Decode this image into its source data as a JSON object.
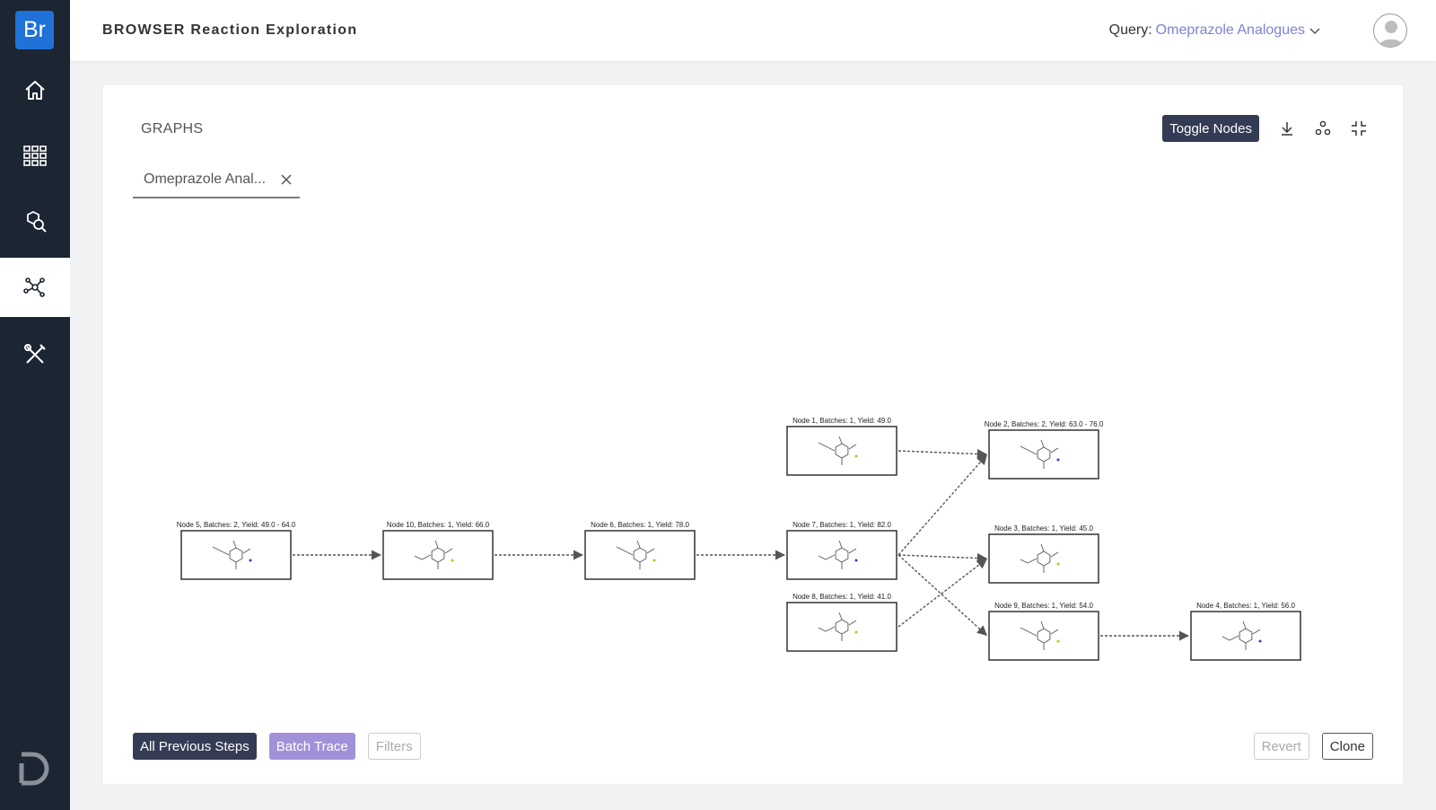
{
  "app": {
    "logo_text": "Br",
    "title": "BROWSER Reaction Exploration"
  },
  "sidebar": {
    "items": [
      {
        "icon": "home-icon"
      },
      {
        "icon": "grid-icon"
      },
      {
        "icon": "molecule-search-icon"
      },
      {
        "icon": "network-graph-icon",
        "active": true
      },
      {
        "icon": "tools-icon"
      }
    ]
  },
  "header": {
    "query_label": "Query:",
    "query_value": "Omeprazole Analogues"
  },
  "panel": {
    "section_title": "GRAPHS",
    "toggle_label": "Toggle Nodes",
    "tab_label": "Omeprazole Anal..."
  },
  "graph": {
    "nodes": [
      {
        "id": "n5",
        "label": "Node 5, Batches: 2, Yield: 49.0 - 64.0"
      },
      {
        "id": "n10",
        "label": "Node 10, Batches: 1, Yield: 66.0"
      },
      {
        "id": "n6",
        "label": "Node 6, Batches: 1, Yield: 78.0"
      },
      {
        "id": "n7",
        "label": "Node 7, Batches: 1, Yield: 82.0"
      },
      {
        "id": "n1",
        "label": "Node 1, Batches: 1, Yield: 49.0"
      },
      {
        "id": "n8",
        "label": "Node 8, Batches: 1, Yield: 41.0"
      },
      {
        "id": "n2",
        "label": "Node 2, Batches: 2, Yield: 63.0 - 76.0"
      },
      {
        "id": "n3",
        "label": "Node 3, Batches: 1, Yield: 45.0"
      },
      {
        "id": "n9",
        "label": "Node 9, Batches: 1, Yield: 54.0"
      },
      {
        "id": "n4",
        "label": "Node 4, Batches: 1, Yield: 56.0"
      }
    ],
    "edges": [
      [
        "n5",
        "n10"
      ],
      [
        "n10",
        "n6"
      ],
      [
        "n6",
        "n7"
      ],
      [
        "n1",
        "n2"
      ],
      [
        "n7",
        "n2"
      ],
      [
        "n7",
        "n3"
      ],
      [
        "n7",
        "n9"
      ],
      [
        "n8",
        "n3"
      ],
      [
        "n9",
        "n4"
      ]
    ]
  },
  "footer": {
    "all_prev": "All Previous Steps",
    "batch_trace": "Batch Trace",
    "filters": "Filters",
    "revert": "Revert",
    "clone": "Clone"
  }
}
